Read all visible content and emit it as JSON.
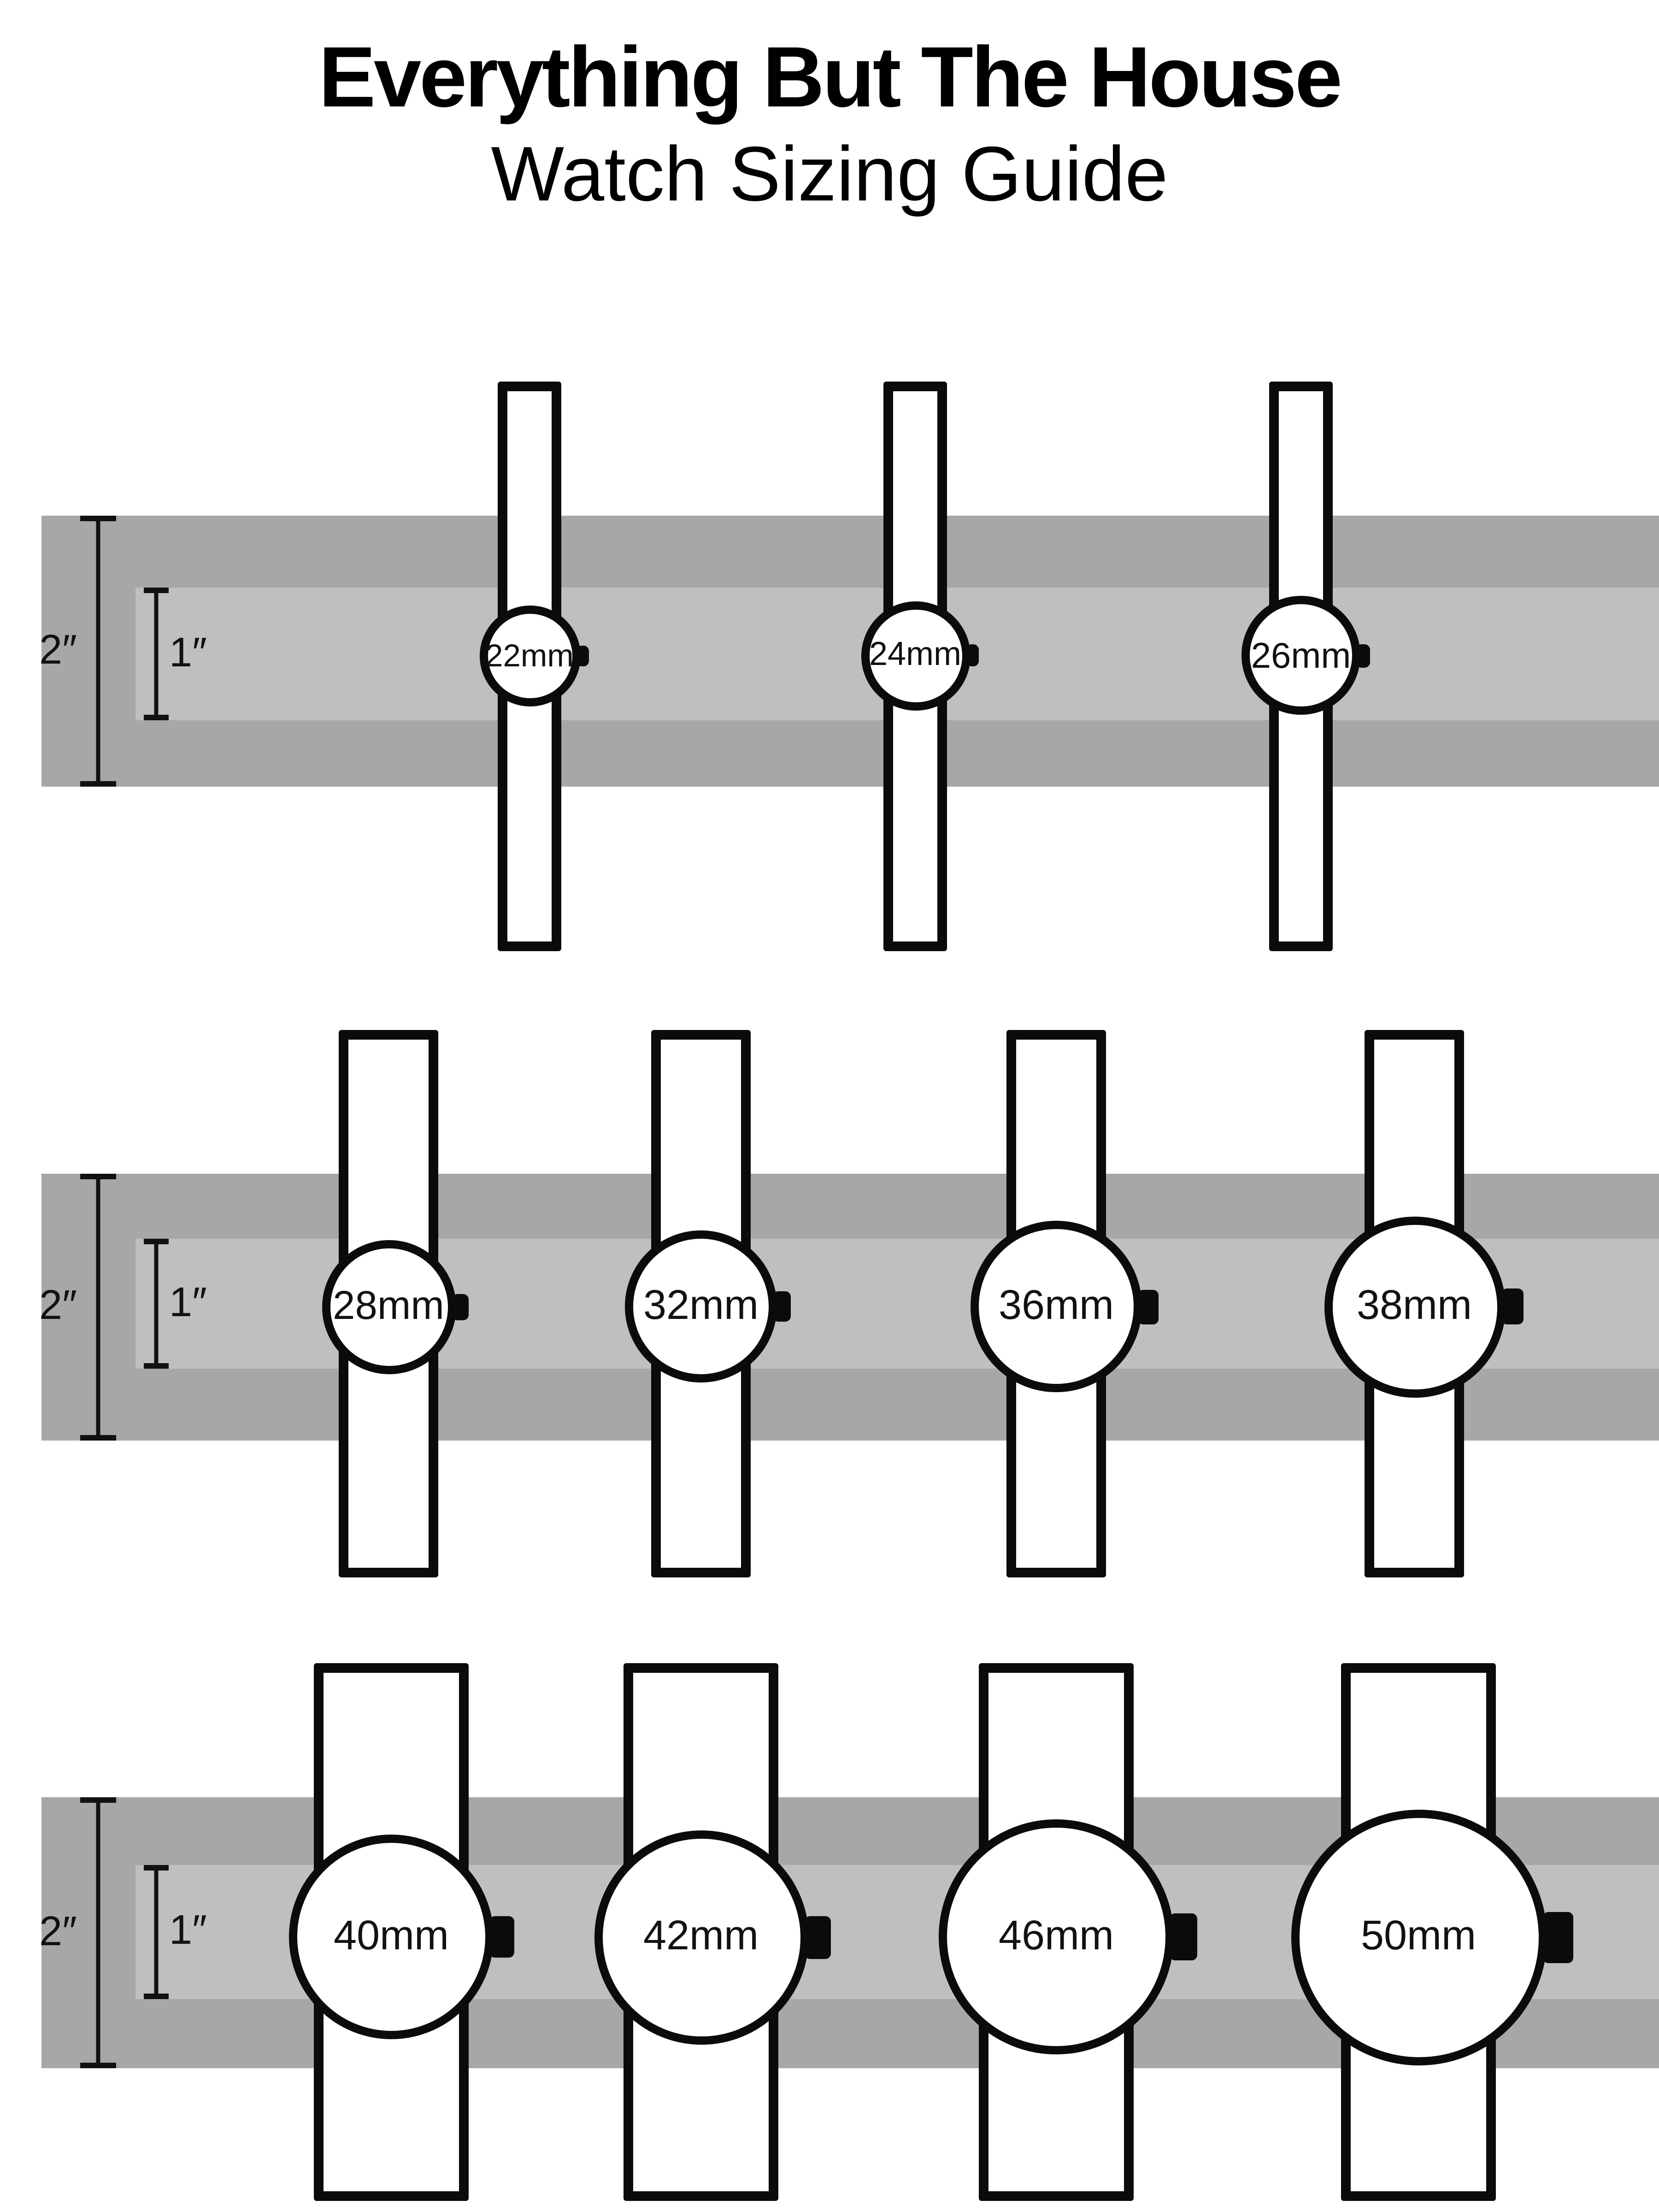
{
  "title": {
    "line1": "Everything But The House",
    "line2": "Watch Sizing Guide"
  },
  "dimension_markers": {
    "outer_label": "2″",
    "inner_label": "1″"
  },
  "rows": [
    {
      "name": "small-watches",
      "watches": [
        {
          "label": "22mm",
          "mm": 22
        },
        {
          "label": "24mm",
          "mm": 24
        },
        {
          "label": "26mm",
          "mm": 26
        }
      ]
    },
    {
      "name": "medium-watches",
      "watches": [
        {
          "label": "28mm",
          "mm": 28
        },
        {
          "label": "32mm",
          "mm": 32
        },
        {
          "label": "36mm",
          "mm": 36
        },
        {
          "label": "38mm",
          "mm": 38
        }
      ]
    },
    {
      "name": "large-watches",
      "watches": [
        {
          "label": "40mm",
          "mm": 40
        },
        {
          "label": "42mm",
          "mm": 42
        },
        {
          "label": "46mm",
          "mm": 46
        },
        {
          "label": "50mm",
          "mm": 50
        }
      ]
    }
  ],
  "colors": {
    "band_outer": "#a7a7a7",
    "band_inner": "#bfbfbf",
    "stroke": "#0b0b0b",
    "face_fill": "#ffffff"
  }
}
